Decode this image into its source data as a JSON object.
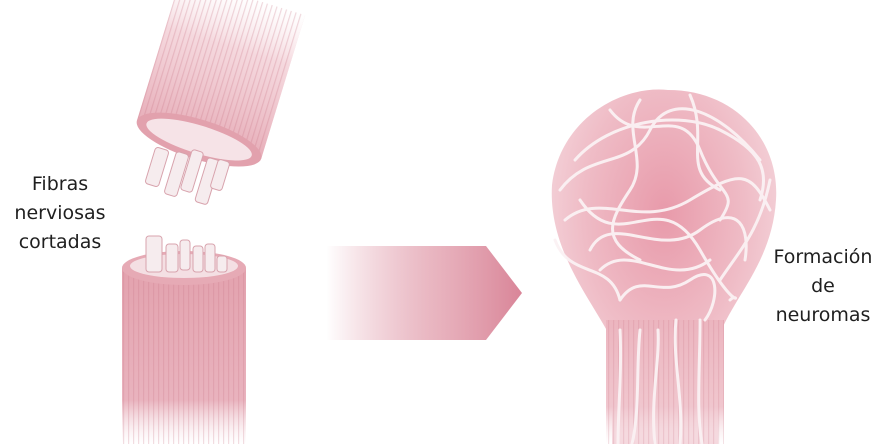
{
  "labels": {
    "left": [
      "Fibras",
      "nerviosas",
      "cortadas"
    ],
    "right": [
      "Formación",
      "de",
      "neuromas"
    ]
  },
  "colors": {
    "nerve_light": "#f4d6dc",
    "nerve_mid": "#e6aab5",
    "nerve_dark": "#cf7f8f",
    "fiber_white": "#f8eef0",
    "arrow": "#d98598",
    "text": "#1f1f1f"
  }
}
